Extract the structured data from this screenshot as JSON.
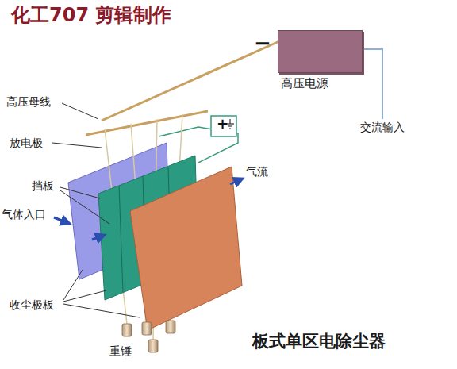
{
  "diagram": {
    "caption": "板式单区电除尘器",
    "nodes": [
      {
        "text": [
          "高压电源"
        ]
      }
    ],
    "edges": [],
    "labels": [
      "化工707 剪辑制作",
      "−",
      "+",
      "高压母线",
      "放电极",
      "挡板",
      "气体入口",
      "收尘极板",
      "重锤",
      "气流",
      "交流输入"
    ]
  }
}
